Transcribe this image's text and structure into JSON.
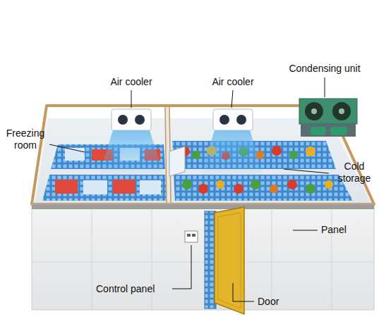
{
  "diagram": {
    "labels": [
      "Air cooler",
      "Air cooler",
      "Condensing unit",
      "Freezing room",
      "Cold storage",
      "Panel",
      "Control panel",
      "Door"
    ]
  }
}
